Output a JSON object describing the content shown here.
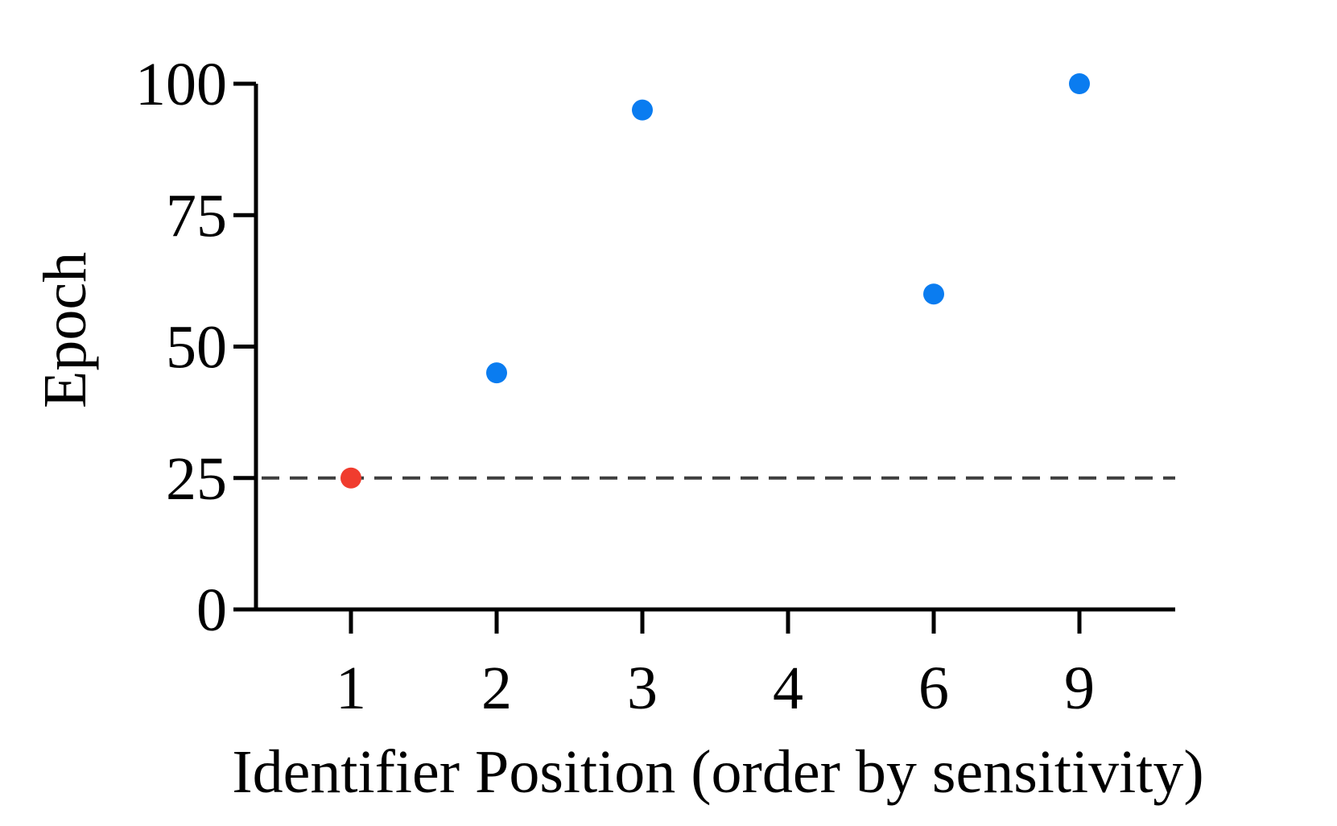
{
  "chart_data": {
    "type": "scatter",
    "title": "",
    "xlabel": "Identifier Position (order by sensitivity)",
    "ylabel": "Epoch",
    "x_categories": [
      "1",
      "2",
      "3",
      "4",
      "6",
      "9"
    ],
    "y_ticks": [
      0,
      25,
      50,
      75,
      100
    ],
    "y_tick_labels": [
      "0",
      "25",
      "50",
      "75",
      "100"
    ],
    "ylim": [
      0,
      100
    ],
    "grid": false,
    "points": [
      {
        "x": "1",
        "y": 25,
        "color": "#f03c2e"
      },
      {
        "x": "2",
        "y": 45,
        "color": "#0a7cf0"
      },
      {
        "x": "3",
        "y": 95,
        "color": "#0a7cf0"
      },
      {
        "x": "6",
        "y": 60,
        "color": "#0a7cf0"
      },
      {
        "x": "9",
        "y": 100,
        "color": "#0a7cf0"
      }
    ],
    "reference_line": {
      "y": 25,
      "style": "dashed",
      "color": "#3f3f3f"
    }
  }
}
